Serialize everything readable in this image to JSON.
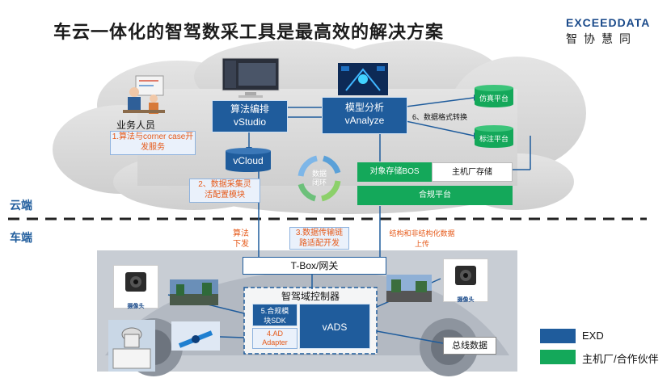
{
  "title": "车云一体化的智驾数采工具是最高效的解决方案",
  "logo": {
    "name_en": "EXCEEDDATA",
    "name_cn": "智协慧同"
  },
  "zones": {
    "cloud": "云端",
    "vehicle": "车端"
  },
  "cloud": {
    "business_person": "业务人员",
    "vstudio": {
      "line1": "算法编排",
      "line2": "vStudio"
    },
    "vanalyze": {
      "line1": "模型分析",
      "line2": "vAnalyze"
    },
    "vcloud": "vCloud",
    "sim_platform": "仿真平台",
    "label_platform": "标注平台",
    "format_convert": "6、数据格式转换",
    "object_storage": "对象存储BOS",
    "oem_storage": "主机厂存储",
    "compliance": "合规平台",
    "loop_text": {
      "line1": "数据",
      "line2": "闭环"
    },
    "note1": {
      "line1": "1.算法与corner case开",
      "line2": "发服务"
    },
    "note2": {
      "line1": "2、数据采集灵",
      "line2": "活配置模块"
    }
  },
  "flow": {
    "algo_down": {
      "line1": "算法",
      "line2": "下发"
    },
    "note3": {
      "line1": "3.数据传输链",
      "line2": "路适配开发"
    },
    "upload": {
      "line1": "结构和非结构化数据",
      "line2": "上传"
    }
  },
  "vehicle": {
    "tbox": "T-Box/网关",
    "controller": "智驾域控制器",
    "sdk": {
      "line1": "5.合规模",
      "line2": "块SDK"
    },
    "adapter": {
      "line1": "4.AD",
      "line2": "Adapter"
    },
    "vads": "vADS",
    "bus_data": "总线数据",
    "camera_label": "摄像头"
  },
  "legend": [
    {
      "label": "EXD",
      "color": "#1f5c9c"
    },
    {
      "label": "主机厂/合作伙伴",
      "color": "#14a85a"
    }
  ],
  "colors": {
    "exd_blue": "#1f5c9c",
    "partner_green": "#14a85a",
    "note_orange": "#e65a1a"
  }
}
